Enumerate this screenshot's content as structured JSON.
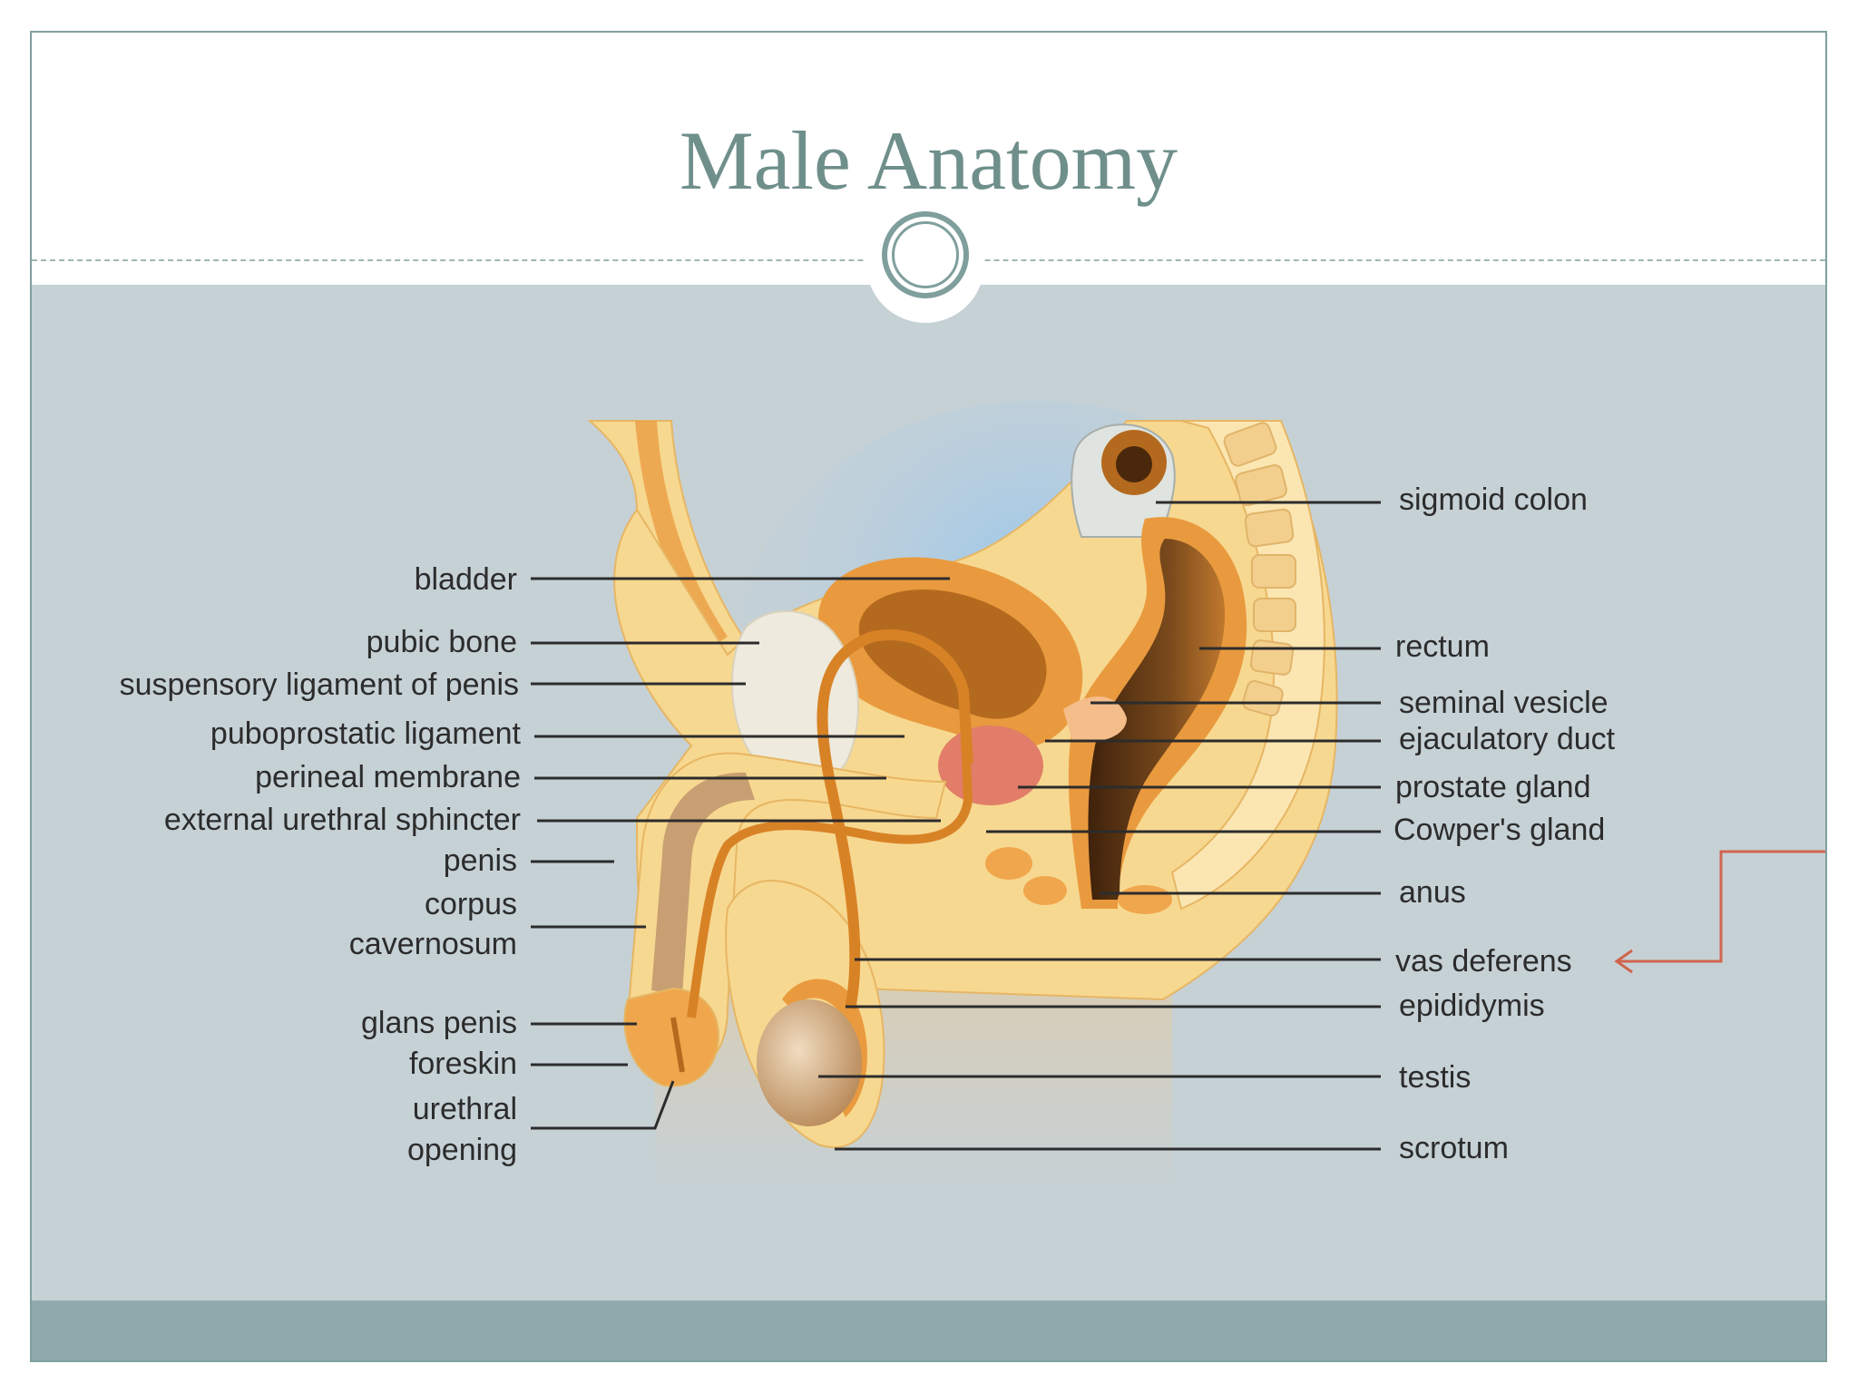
{
  "slide": {
    "title": "Male Anatomy"
  },
  "diagram": {
    "labels_left": {
      "bladder": "bladder",
      "pubic_bone": "pubic bone",
      "suspensory_ligament": "suspensory ligament of penis",
      "puboprostatic_ligament": "puboprostatic ligament",
      "perineal_membrane": "perineal membrane",
      "external_urethral_sphincter": "external urethral sphincter",
      "penis": "penis",
      "corpus_line1": "corpus",
      "corpus_line2": "cavernosum",
      "glans_penis": "glans penis",
      "foreskin": "foreskin",
      "urethral_line1": "urethral",
      "urethral_line2": "opening"
    },
    "labels_right": {
      "sigmoid_colon": "sigmoid colon",
      "rectum": "rectum",
      "seminal_vesicle": "seminal vesicle",
      "ejaculatory_duct": "ejaculatory duct",
      "prostate_gland": "prostate gland",
      "cowpers_gland": "Cowper's gland",
      "anus": "anus",
      "vas_deferens": "vas deferens",
      "epididymis": "epididymis",
      "testis": "testis",
      "scrotum": "scrotum"
    },
    "colors": {
      "skin": "#f7d890",
      "skin_light": "#fbe6b2",
      "muscle": "#e99a3e",
      "organ_dark": "#b46a1e",
      "prostate": "#e17d68",
      "rectum_dark": "#5a3412",
      "background_blue": "#b4d4ec",
      "pointer_arrow": "#d0654e"
    }
  }
}
